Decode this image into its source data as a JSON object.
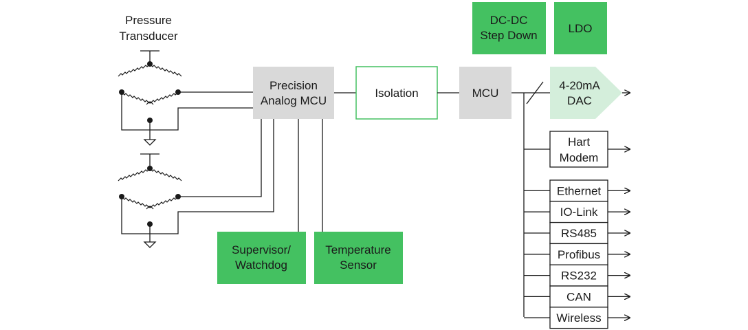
{
  "colors": {
    "green": "#44c161",
    "gray": "#d9d9d9",
    "dac_fill": "#d4eedb",
    "line": "#1a1a1a"
  },
  "transducer": {
    "line1": "Pressure",
    "line2": "Transducer"
  },
  "blocks": {
    "precision_mcu": {
      "line1": "Precision",
      "line2": "Analog MCU"
    },
    "isolation": {
      "label": "Isolation"
    },
    "mcu": {
      "label": "MCU"
    },
    "dcdc": {
      "line1": "DC-DC",
      "line2": "Step Down"
    },
    "ldo": {
      "label": "LDO"
    },
    "dac": {
      "line1": "4-20mA",
      "line2": "DAC"
    },
    "hart": {
      "line1": "Hart",
      "line2": "Modem"
    },
    "supervisor": {
      "line1": "Supervisor/",
      "line2": "Watchdog"
    },
    "temp_sensor": {
      "line1": "Temperature",
      "line2": "Sensor"
    }
  },
  "interfaces": [
    "Ethernet",
    "IO-Link",
    "RS485",
    "Profibus",
    "RS232",
    "CAN",
    "Wireless"
  ]
}
